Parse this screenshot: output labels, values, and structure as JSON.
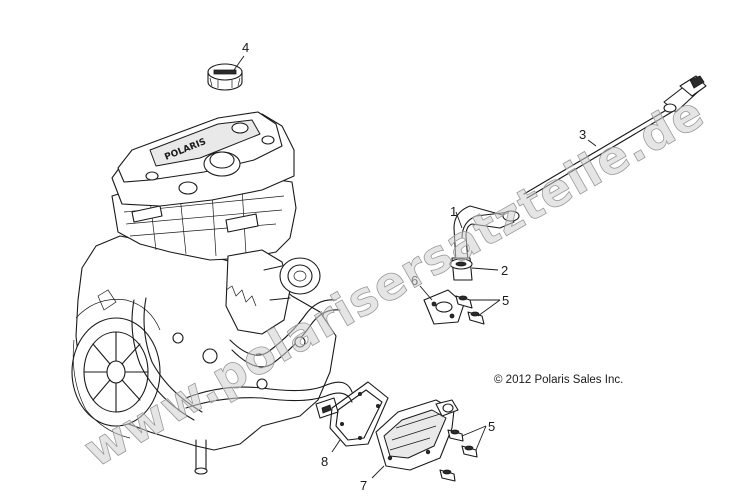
{
  "diagram": {
    "watermark": "www.polarisersatzteile.de",
    "copyright": "© 2012 Polaris Sales Inc.",
    "engraving": "POLARIS",
    "callouts": [
      {
        "id": "c1",
        "label": "1",
        "part": "oil filler tube"
      },
      {
        "id": "c2",
        "label": "2",
        "part": "hose clamp"
      },
      {
        "id": "c3",
        "label": "3",
        "part": "dipstick"
      },
      {
        "id": "c4",
        "label": "4",
        "part": "oil filler cap"
      },
      {
        "id": "c5a",
        "label": "5",
        "part": "bolt"
      },
      {
        "id": "c5b",
        "label": "5",
        "part": "bolt"
      },
      {
        "id": "c6",
        "label": "6",
        "part": "flange gasket"
      },
      {
        "id": "c7",
        "label": "7",
        "part": "breather cover"
      },
      {
        "id": "c8",
        "label": "8",
        "part": "cover gasket"
      }
    ]
  }
}
